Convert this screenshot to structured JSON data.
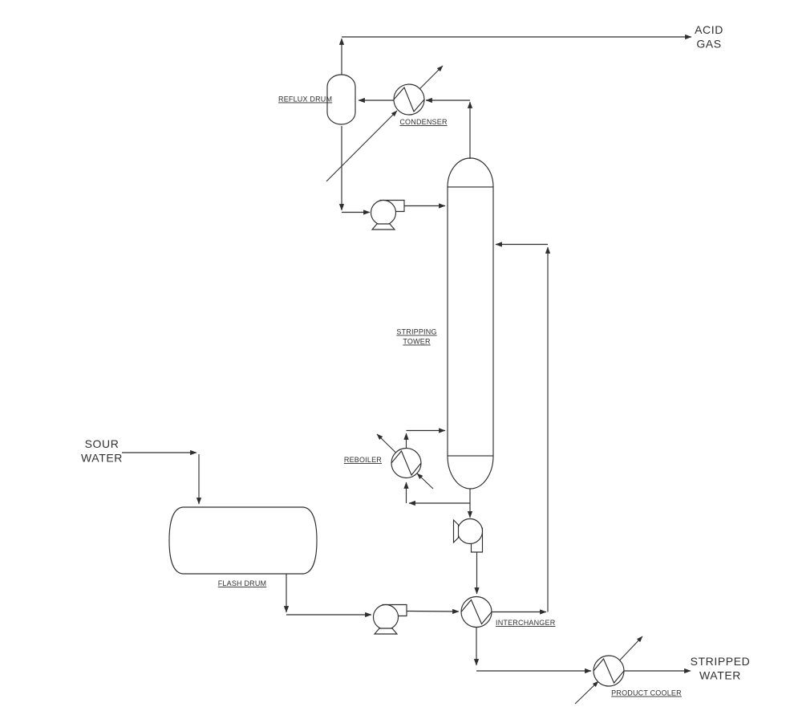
{
  "streams": {
    "acid_gas": {
      "line1": "ACID",
      "line2": "GAS"
    },
    "sour_water": {
      "line1": "SOUR",
      "line2": "WATER"
    },
    "stripped_water": {
      "line1": "STRIPPED",
      "line2": "WATER"
    }
  },
  "equipment": {
    "reflux_drum": {
      "label": "REFLUX DRUM"
    },
    "condenser": {
      "label": "CONDENSER"
    },
    "stripping_tower": {
      "label_line1": "STRIPPING",
      "label_line2": "TOWER"
    },
    "reboiler": {
      "label": "REBOILER"
    },
    "flash_drum": {
      "label": "FLASH DRUM"
    },
    "interchanger": {
      "label": "INTERCHANGER"
    },
    "product_cooler": {
      "label": "PRODUCT COOLER"
    }
  },
  "colors": {
    "line": "#2e2e2e",
    "text": "#2f2f2f",
    "background": "#ffffff"
  }
}
